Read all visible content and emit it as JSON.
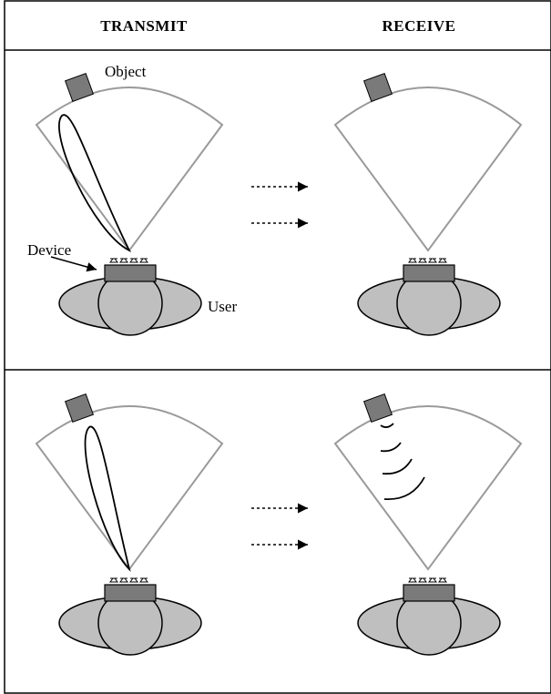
{
  "headers": {
    "left": "TRANSMIT",
    "right": "RECEIVE"
  },
  "labels": {
    "object": "Object",
    "device": "Device",
    "user": "User"
  },
  "colors": {
    "border": "#000000",
    "sector_stroke": "#9a9a9a",
    "object_fill": "#7a7a7a",
    "device_fill": "#7a7a7a",
    "user_fill": "#bfbfbf",
    "line": "#000000"
  },
  "icons": {
    "object": "square-object-icon",
    "device": "antenna-array-device-icon",
    "user": "user-top-view-icon",
    "arrow": "dotted-arrow-icon"
  }
}
